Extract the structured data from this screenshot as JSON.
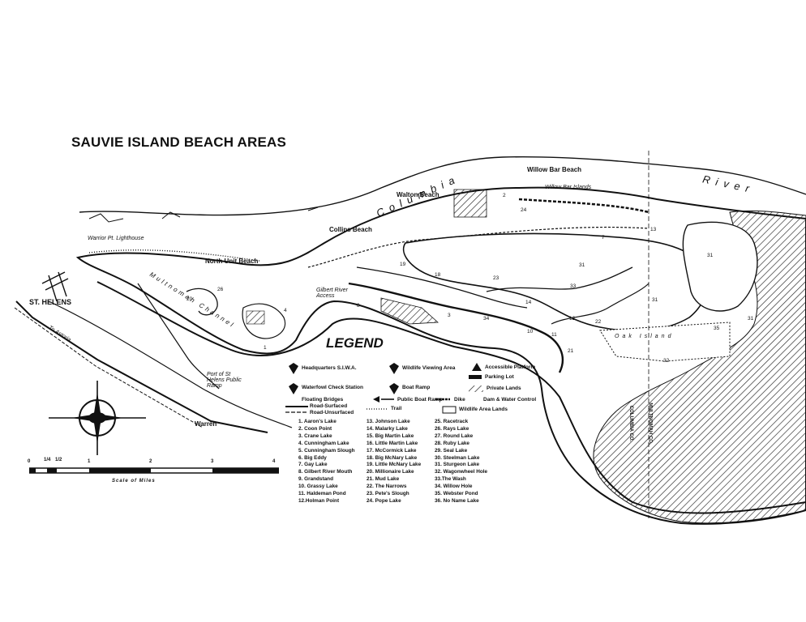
{
  "title": "SAUVIE ISLAND BEACH AREAS",
  "beaches": {
    "willow_bar": "Willow Bar Beach",
    "walton": "Walton Beach",
    "collins": "Collins Beach",
    "north_unit": "North Unit Beach"
  },
  "places": {
    "st_helens": "ST. HELENS",
    "warrior_lighthouse": "Warrior Pt. Lighthouse",
    "gilbert_river_access": "Gilbert River Access",
    "port_st_helens": "Port of St Helens Public Ramp",
    "warren": "Warren",
    "to_astoria": "To Astoria",
    "columbia_county": "COLUMBIA CO.",
    "multnomah_county": "MULTNOMAH CO.",
    "oak_island": "Oak Island",
    "willow_bar_islands": "Willow Bar Islands"
  },
  "rivers": {
    "columbia": "Columbia",
    "river": "River",
    "multnomah": "Multnomah Channel"
  },
  "legend": {
    "title": "LEGEND",
    "headquarters": "Headquarters S.I.W.A.",
    "wildlife_viewing": "Wildlife Viewing Area",
    "accessible_platform": "Accessible Platform",
    "parking_lot": "Parking Lot",
    "waterfowl_check": "Waterfowl Check Station",
    "boat_ramp": "Boat Ramp",
    "private_lands": "Private Lands",
    "floating_bridges": "Floating Bridges",
    "public_boat_ramp": "Public Boat Ramp",
    "dike": "Dike",
    "dam_water_control": "Dam & Water Control",
    "road_surfaced": "Road-Surfaced",
    "road_unsurfaced": "Road-Unsurfaced",
    "trail": "Trail",
    "wildlife_area_lands": "Wildlife Area Lands"
  },
  "lakes": [
    [
      "1. Aaron's Lake",
      "2. Coon Point",
      "3. Crane Lake",
      "4. Cunningham Lake",
      "5. Cunningham Slough",
      "6. Big Eddy",
      "7. Gay Lake",
      "8. Gilbert River Mouth",
      "9. Grandstand",
      "10. Grassy Lake",
      "11. Haldeman Pond",
      "12.Holman Point"
    ],
    [
      "13. Johnson Lake",
      "14. Malarky Lake",
      "15. Big Martin Lake",
      "16. Little Martin Lake",
      "17. McCormick Lake",
      "18. Big McNary Lake",
      "19. Little McNary Lake",
      "20. Millionaire Lake",
      "21. Mud Lake",
      "22. The Narrows",
      "23. Pete's Slough",
      "24. Pope Lake"
    ],
    [
      "25. Racetrack",
      "26. Rays Lake",
      "27. Round Lake",
      "28. Ruby Lake",
      "29. Seal Lake",
      "30. Steelman Lake",
      "31. Sturgeon Lake",
      "32. Wagonwheel Hole",
      "33.The Wash",
      "34. Willow Hole",
      "35. Webster Pond",
      "36. No Name Lake"
    ]
  ],
  "scale": {
    "label": "Scale of Miles",
    "ticks": [
      "0",
      "1/4",
      "1/2",
      "1",
      "2",
      "3",
      "4"
    ]
  },
  "map_numbers": [
    "26",
    "20",
    "4",
    "19",
    "18",
    "23",
    "8",
    "3",
    "34",
    "10",
    "11",
    "14",
    "12",
    "33",
    "22",
    "21",
    "31",
    "31",
    "31",
    "31",
    "13",
    "24",
    "7",
    "35",
    "32",
    "1",
    "2"
  ],
  "colors": {
    "ink": "#111111",
    "land": "#ffffff",
    "hatch": "#333333"
  }
}
